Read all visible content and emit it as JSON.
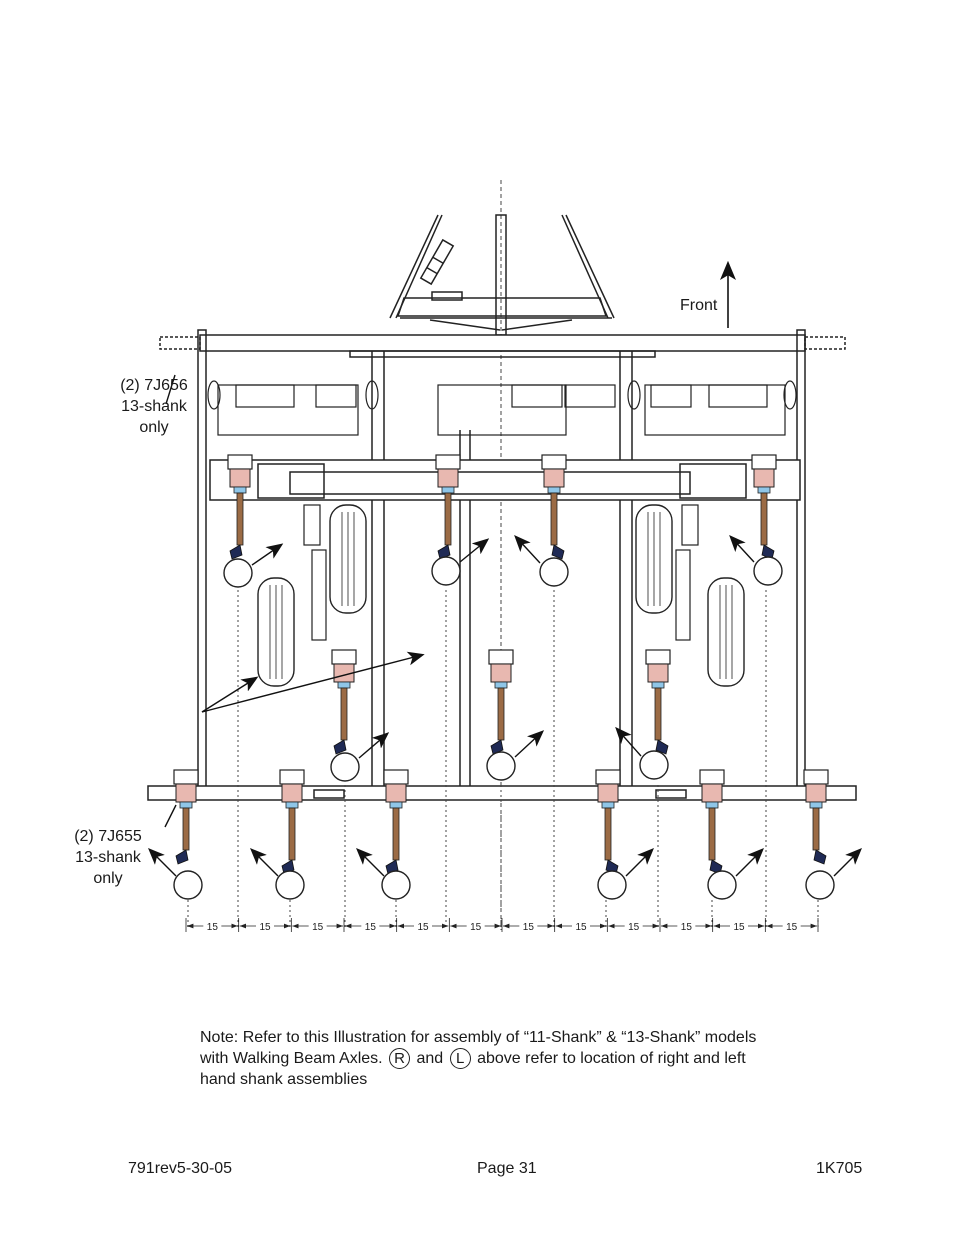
{
  "front_label": "Front",
  "callout_7j656": [
    "(2) 7J656",
    "13-shank",
    "only"
  ],
  "callout_7j655": [
    "(2) 7J655",
    "13-shank",
    "only"
  ],
  "spacing_label": "15",
  "spacing_count": 12,
  "note": {
    "line1": "Note:  Refer to this Illustration for assembly of “11-Shank”  & “13-Shank” models",
    "line2_pre": "with Walking Beam Axles.",
    "symbol_r": "R",
    "and_text": "and",
    "symbol_l": "L",
    "line2_post": "above refer to location of right and left",
    "line3": "hand shank assemblies"
  },
  "footer": {
    "left": "791rev5-30-05",
    "center": "Page 31",
    "right": "1K705"
  },
  "colors": {
    "line": "#222222",
    "shank": "#9b6b45",
    "clamp": "#e8b8b0",
    "sweep": "#1f2a55",
    "accent_blue": "#8fc6e8"
  }
}
